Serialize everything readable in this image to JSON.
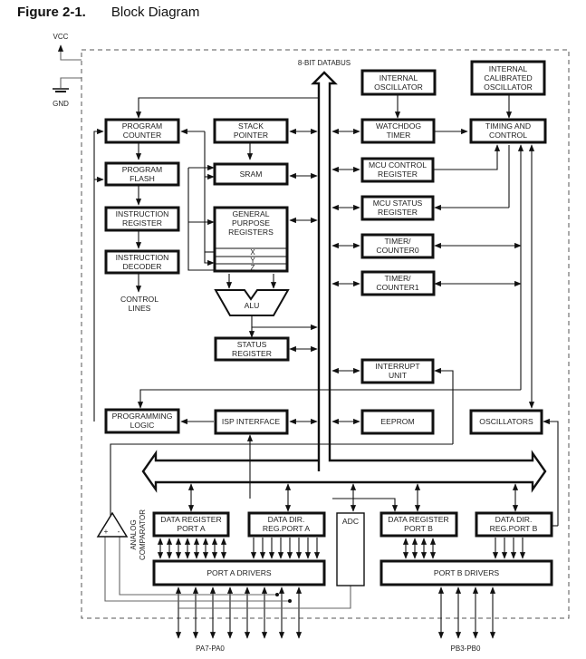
{
  "figure": {
    "number": "Figure 2-1.",
    "title": "Block Diagram"
  },
  "power": {
    "vcc": "VCC",
    "gnd": "GND"
  },
  "databus": {
    "label": "8-BIT DATABUS"
  },
  "blocks": {
    "program_counter": [
      "PROGRAM",
      "COUNTER"
    ],
    "stack_pointer": [
      "STACK",
      "POINTER"
    ],
    "program_flash": [
      "PROGRAM",
      "FLASH"
    ],
    "sram": [
      "SRAM"
    ],
    "instruction_register": [
      "INSTRUCTION",
      "REGISTER"
    ],
    "general_purpose_registers": [
      "GENERAL",
      "PURPOSE",
      "REGISTERS"
    ],
    "gpr_rows": [
      "X",
      "Y",
      "Z"
    ],
    "instruction_decoder": [
      "INSTRUCTION",
      "DECODER"
    ],
    "control_lines": [
      "CONTROL",
      "LINES"
    ],
    "alu": [
      "ALU"
    ],
    "status_register": [
      "STATUS",
      "REGISTER"
    ],
    "internal_oscillator": [
      "INTERNAL",
      "OSCILLATOR"
    ],
    "internal_calibrated_oscillator": [
      "INTERNAL",
      "CALIBRATED",
      "OSCILLATOR"
    ],
    "watchdog_timer": [
      "WATCHDOG",
      "TIMER"
    ],
    "timing_and_control": [
      "TIMING AND",
      "CONTROL"
    ],
    "mcu_control_register": [
      "MCU CONTROL",
      "REGISTER"
    ],
    "mcu_status_register": [
      "MCU STATUS",
      "REGISTER"
    ],
    "timer_counter0": [
      "TIMER/",
      "COUNTER0"
    ],
    "timer_counter1": [
      "TIMER/",
      "COUNTER1"
    ],
    "interrupt_unit": [
      "INTERRUPT",
      "UNIT"
    ],
    "programming_logic": [
      "PROGRAMMING",
      "LOGIC"
    ],
    "isp_interface": [
      "ISP INTERFACE"
    ],
    "eeprom": [
      "EEPROM"
    ],
    "oscillators": [
      "OSCILLATORS"
    ],
    "analog_comparator": [
      "ANALOG",
      "COMPARATOR"
    ],
    "data_register_port_a": [
      "DATA REGISTER",
      "PORT A"
    ],
    "data_dir_reg_port_a": [
      "DATA DIR.",
      "REG.PORT A"
    ],
    "adc": [
      "ADC"
    ],
    "data_register_port_b": [
      "DATA REGISTER",
      "PORT B"
    ],
    "data_dir_reg_port_b": [
      "DATA DIR.",
      "REG.PORT B"
    ],
    "port_a_drivers": [
      "PORT A DRIVERS"
    ],
    "port_b_drivers": [
      "PORT B DRIVERS"
    ]
  },
  "comparator_signs": {
    "plus": "+",
    "minus": "-"
  },
  "pins": {
    "port_a": "PA7-PA0",
    "port_b": "PB3-PB0"
  }
}
